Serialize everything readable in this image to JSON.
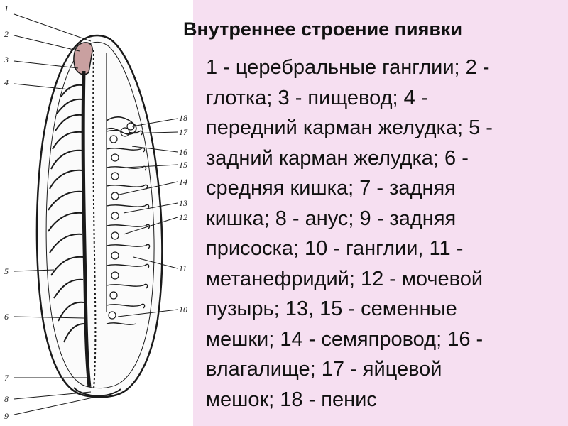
{
  "title": "Внутреннее строение пиявки",
  "legend_lines": [
    "1 - церебральные ганглии; 2 -",
    "глотка; 3 - пищевод; 4 -",
    "передний карман желудка; 5 -",
    "задний карман желудка; 6 -",
    "средняя кишка; 7 - задняя",
    "кишка; 8 - анус; 9 - задняя",
    "присоска; 10 - ганглии, 11 -",
    "метанефридий; 12 - мочевой",
    "пузырь; 13, 15 - семенные",
    "мешки; 14 - семяпровод; 16 -",
    "влагалище; 17 - яйцевой",
    "мешок; 18 - пенис"
  ],
  "figure_labels": {
    "left": [
      "1",
      "2",
      "3",
      "4",
      "5",
      "6",
      "7",
      "8",
      "9"
    ],
    "right": [
      "18",
      "17",
      "16",
      "15",
      "14",
      "13",
      "12",
      "11",
      "10"
    ]
  },
  "colors": {
    "panel": "#f6dff1",
    "ink": "#1a1a1a",
    "pharynx_fill": "#c9a0a0"
  }
}
